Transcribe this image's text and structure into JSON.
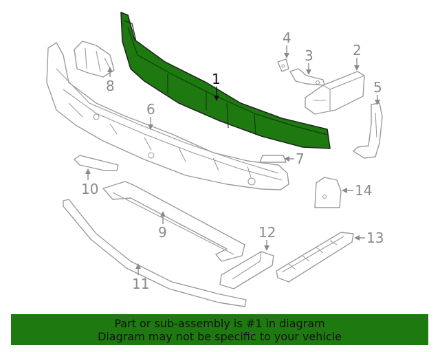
{
  "diagram": {
    "highlight_color": "#1e7a10",
    "callouts": [
      "1",
      "2",
      "3",
      "4",
      "5",
      "6",
      "7",
      "8",
      "9",
      "10",
      "11",
      "12",
      "13",
      "14"
    ]
  },
  "banner": {
    "line1": "Part or sub-assembly is #1 in diagram",
    "line2": "Diagram may not be specific to your vehicle"
  }
}
